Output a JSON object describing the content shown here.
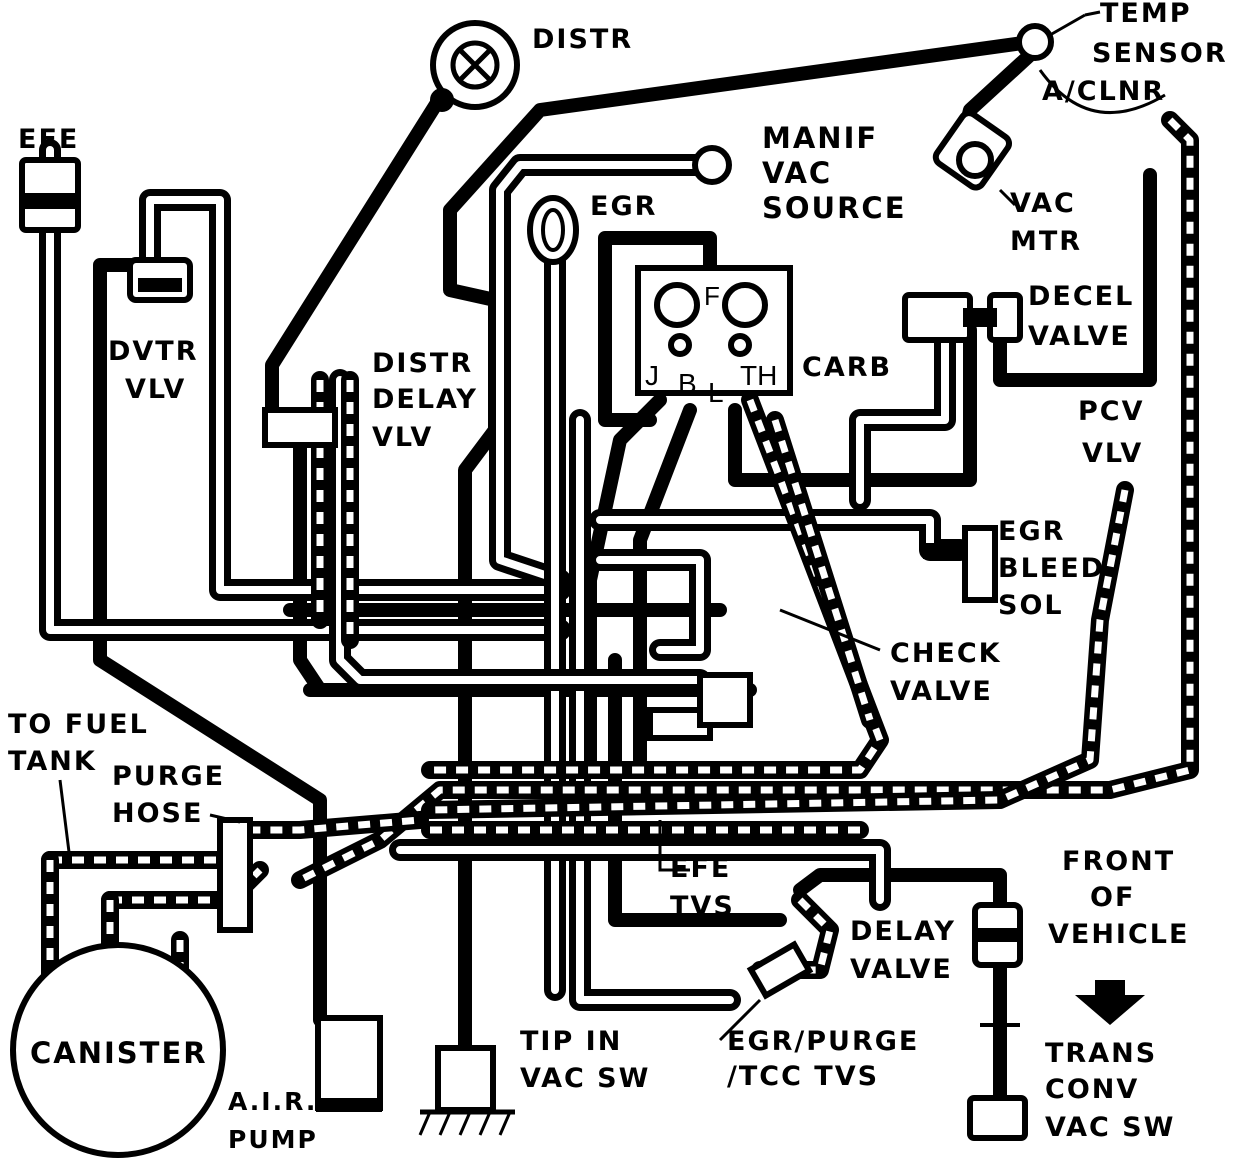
{
  "labels": {
    "distr": "DISTR",
    "temp_sensor_1": "TEMP",
    "temp_sensor_2": "SENSOR",
    "temp_sensor_3": "A/CLNR",
    "efe": "EFE",
    "manif_1": "MANIF",
    "manif_2": "VAC",
    "manif_3": "SOURCE",
    "vac_mtr_1": "VAC",
    "vac_mtr_2": "MTR",
    "egr": "EGR",
    "decel_1": "DECEL",
    "decel_2": "VALVE",
    "dvtr_1": "DVTR",
    "dvtr_2": "VLV",
    "distr_delay_1": "DISTR",
    "distr_delay_2": "DELAY",
    "distr_delay_3": "VLV",
    "carb": "CARB",
    "pcv_1": "PCV",
    "pcv_2": "VLV",
    "egr_bleed_1": "EGR",
    "egr_bleed_2": "BLEED",
    "egr_bleed_3": "SOL",
    "check_valve_1": "CHECK",
    "check_valve_2": "VALVE",
    "to_fuel_1": "TO FUEL",
    "to_fuel_2": "TANK",
    "purge_hose_1": "PURGE",
    "purge_hose_2": "HOSE",
    "front_1": "FRONT",
    "front_2": "OF",
    "front_3": "VEHICLE",
    "efe_tvs_1": "EFE",
    "efe_tvs_2": "TVS",
    "delay_valve_1": "DELAY",
    "delay_valve_2": "VALVE",
    "canister": "CANISTER",
    "tip_in_1": "TIP IN",
    "tip_in_2": "VAC SW",
    "egr_purge_1": "EGR/PURGE",
    "egr_purge_2": "/TCC TVS",
    "trans_1": "TRANS",
    "trans_2": "CONV",
    "trans_3": "VAC SW",
    "air_pump_1": "A.I.R.",
    "air_pump_2": "PUMP"
  },
  "carb_ports": {
    "f": "F",
    "j": "J",
    "b": "B",
    "l": "L",
    "th": "TH"
  }
}
